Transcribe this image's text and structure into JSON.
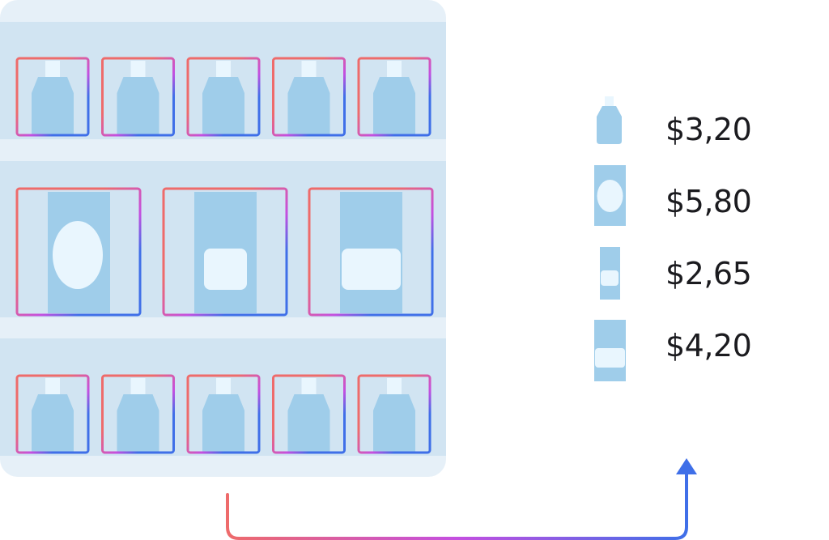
{
  "colors": {
    "shelf_bg": "#e6f0f8",
    "shelf_row": "#d1e4f2",
    "product": "#9fcdea",
    "product_label": "#e9f6fe",
    "frame_start": "#ee6b6b",
    "frame_mid": "#c44fe0",
    "frame_end": "#3f6fe8",
    "text": "#1b1b1f"
  },
  "shelf": {
    "rows": [
      {
        "kind": "bottle",
        "count": 5
      },
      {
        "kind": "box",
        "count": 3,
        "labels": [
          "oval",
          "rect",
          "rect-wide"
        ]
      },
      {
        "kind": "bottle",
        "count": 5
      }
    ]
  },
  "legend": {
    "items": [
      {
        "icon": "bottle-icon",
        "price": "$3,20"
      },
      {
        "icon": "box-oval-label-icon",
        "price": "$5,80"
      },
      {
        "icon": "slim-box-icon",
        "price": "$2,65"
      },
      {
        "icon": "box-rect-label-icon",
        "price": "$4,20"
      }
    ]
  }
}
